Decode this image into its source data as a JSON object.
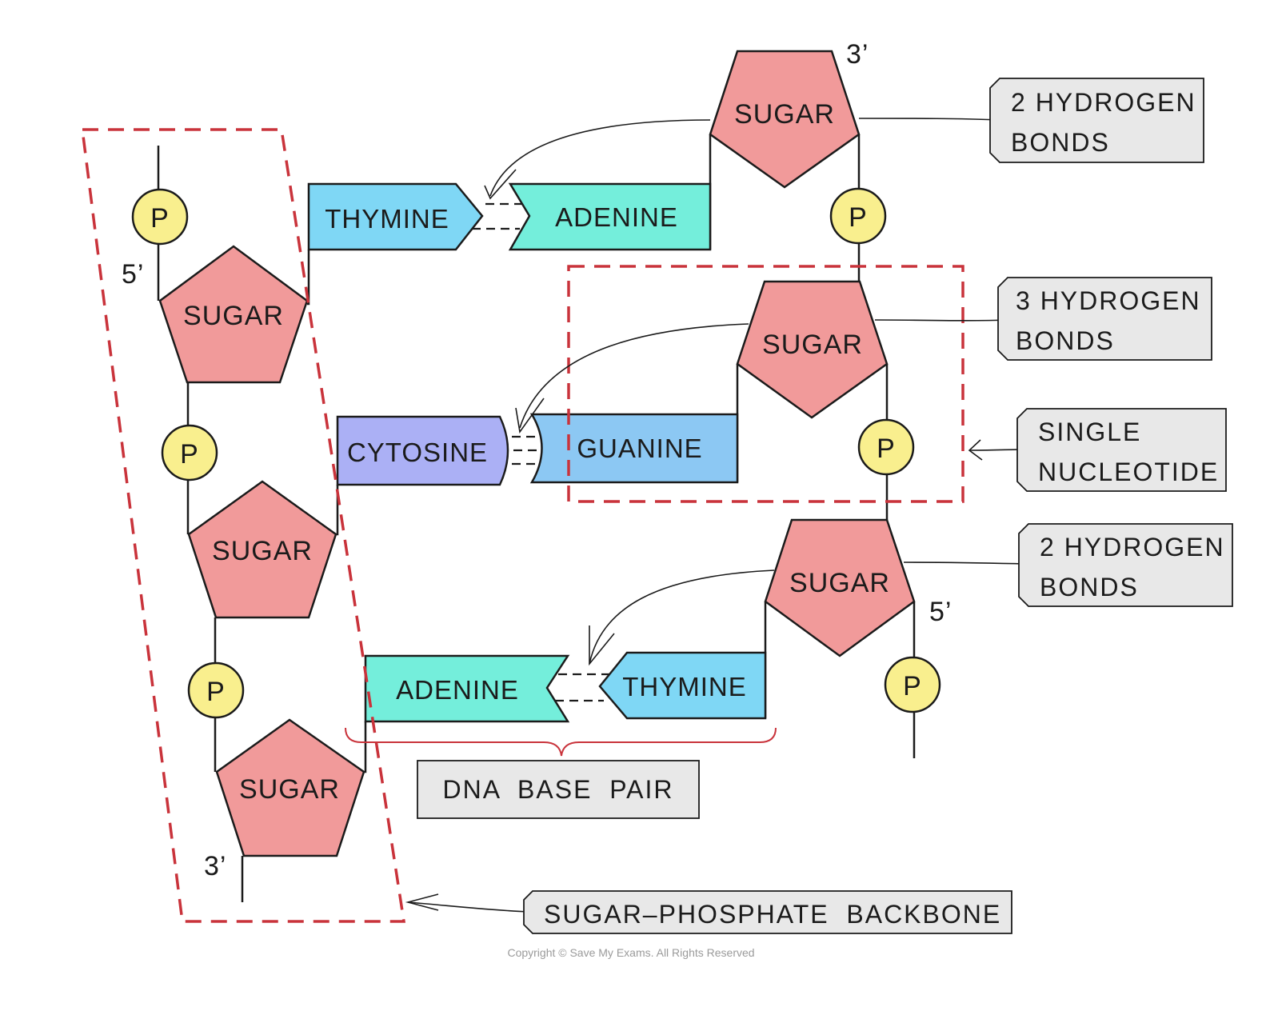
{
  "sugar_label": "SUGAR",
  "phosphate_label": "P",
  "ends": {
    "left_top": "5’",
    "left_bottom": "3’",
    "right_top": "3’",
    "right_bottom": "5’"
  },
  "base_pairs": [
    {
      "left": "THYMINE",
      "right": "ADENINE"
    },
    {
      "left": "CYTOSINE",
      "right": "GUANINE"
    },
    {
      "left": "ADENINE",
      "right": "THYMINE"
    }
  ],
  "annotations": {
    "hbonds_1": [
      "2 HYDROGEN",
      "BONDS"
    ],
    "hbonds_2": [
      "3 HYDROGEN",
      "BONDS"
    ],
    "single_nucleotide": [
      "SINGLE",
      "NUCLEOTIDE"
    ],
    "hbonds_3": [
      "2 HYDROGEN",
      "BONDS"
    ],
    "base_pair": "DNA  BASE  PAIR",
    "backbone": "SUGAR–PHOSPHATE  BACKBONE"
  },
  "copyright": "Copyright © Save My Exams. All Rights Reserved",
  "colors": {
    "sugar": "#f19a9a",
    "phosphate": "#f9ef8e",
    "thymine": "#7fd7f5",
    "adenine": "#74eedb",
    "cytosine": "#abb0f5",
    "guanine": "#8cc8f3",
    "highlight": "#c9333b"
  }
}
